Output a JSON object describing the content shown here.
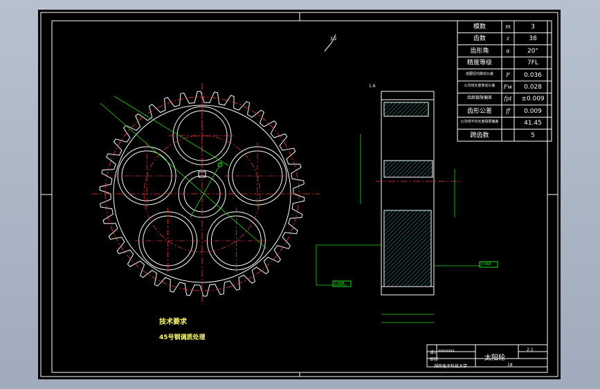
{
  "params": {
    "rows": [
      {
        "label": "模数",
        "symbol": "m",
        "value": "3"
      },
      {
        "label": "齿数",
        "symbol": "z",
        "value": "38"
      },
      {
        "label": "齿形角",
        "symbol": "α",
        "value": "20°"
      },
      {
        "label": "精度等级",
        "symbol": "",
        "value": "7FL"
      },
      {
        "label": "齿圈径向跳动公差",
        "symbol": "F",
        "value": "0.036"
      },
      {
        "label": "公法线长度变动公差",
        "symbol": "Fw",
        "value": "0.028"
      },
      {
        "label": "齿距极限偏差",
        "symbol": "fpt",
        "value": "±0.009"
      },
      {
        "label": "齿形公差",
        "symbol": "ff",
        "value": "0.009"
      },
      {
        "label": "公法线平均长度极限偏差",
        "symbol": "",
        "value": "41.45"
      },
      {
        "label": "跨齿数",
        "symbol": "",
        "value": "5"
      }
    ]
  },
  "notes": {
    "title": "技术要求",
    "line1": "45号钢调质处理"
  },
  "title_block": {
    "part_name": "太阳轮",
    "scale": "2:1",
    "design_label": "设计",
    "design_name": "xxxxxxxx",
    "check_label": "审核",
    "school": "湖南电子科技大学",
    "page": "18"
  },
  "annotations": {
    "roughness_top": "3.2",
    "roughness_left": "1.6",
    "tol_left": "0.018",
    "tol_right": "0.018"
  }
}
